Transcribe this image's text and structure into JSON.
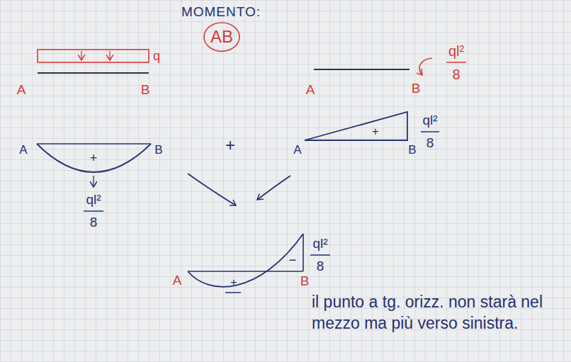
{
  "diagram": {
    "title": "MOMENTO:",
    "nodes": [
      {
        "text": [
          "AB"
        ]
      }
    ],
    "labels": [
      "A",
      "B",
      "q",
      "A",
      "B",
      "ql²",
      "8",
      "A",
      "B",
      "+",
      "ql²",
      "8",
      "+",
      "A",
      "+",
      "B",
      "ql²",
      "8",
      "−",
      "ql²",
      "8",
      "A",
      "+",
      "B",
      "il punto a tg. orizz. non starà nel mezzo ma più verso sinistra."
    ]
  }
}
